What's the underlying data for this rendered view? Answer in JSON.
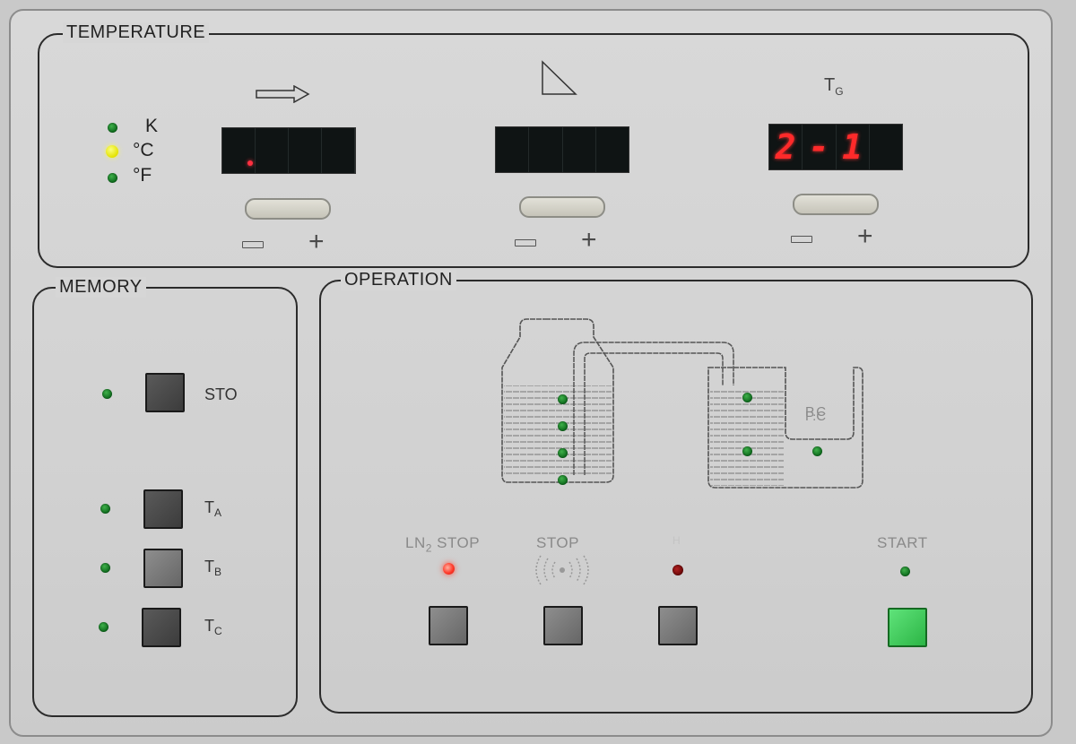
{
  "temperature": {
    "title": "TEMPERATURE",
    "units": [
      {
        "label": "K",
        "led": "green"
      },
      {
        "label": "°C",
        "led": "yellow"
      },
      {
        "label": "°F",
        "led": "green"
      }
    ],
    "displays": [
      {
        "name": "actual",
        "icon": "arrow-right-icon",
        "digits": [
          "",
          "",
          "",
          ""
        ],
        "decimal_point": true
      },
      {
        "name": "ramp",
        "icon": "ramp-triangle-icon",
        "digits": [
          "",
          "",
          "",
          ""
        ],
        "decimal_point": false
      },
      {
        "name": "target",
        "label_main": "T",
        "label_sub": "G",
        "digits": [
          "2",
          "-",
          "1",
          ""
        ],
        "decimal_point": false
      }
    ],
    "minus": "−",
    "plus": "+"
  },
  "memory": {
    "title": "MEMORY",
    "items": [
      {
        "label_main": "STO",
        "label_sub": ""
      },
      {
        "label_main": "T",
        "label_sub": "A"
      },
      {
        "label_main": "T",
        "label_sub": "B"
      },
      {
        "label_main": "T",
        "label_sub": "C"
      }
    ]
  },
  "operation": {
    "title": "OPERATION",
    "diagram": {
      "chamber_label": "P.C"
    },
    "controls": [
      {
        "label_main": "LN",
        "label_sub": "2",
        "label_rest": " STOP",
        "led": "red-on"
      },
      {
        "label_main": "STOP",
        "label_sub": "",
        "label_rest": "",
        "icon": "alarm-sound-icon"
      },
      {
        "label_main": "H",
        "label_sub": "",
        "label_rest": "",
        "led": "red-off"
      },
      {
        "label_main": "START",
        "label_sub": "",
        "label_rest": "",
        "led": "green"
      }
    ]
  },
  "colors": {
    "panel": "#d6d6d6",
    "led_green": "#0d6a1c",
    "led_yellow": "#e4e200",
    "led_red": "#ff3a2a",
    "display_digit": "#ff2a2a",
    "start_button": "#2cb545"
  }
}
